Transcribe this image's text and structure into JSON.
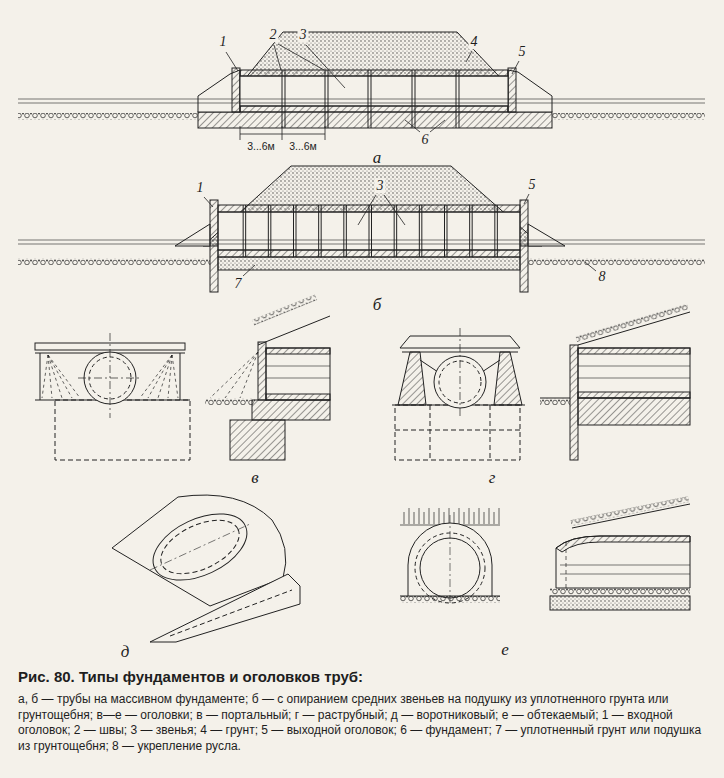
{
  "diagram": {
    "caption": "Рис. 80. Типы фундаментов и оголовков труб:",
    "labels": [
      "1",
      "2",
      "3",
      "4",
      "5",
      "6",
      "3...6м",
      "3...6м",
      "а",
      "1",
      "3",
      "5",
      "7",
      "8",
      "б",
      "в",
      "г",
      "д",
      "е",
      "а, б — трубы на массивном фундаменте; б — с опиранием средних звеньев на подушку из уплотненного грунта или грунтощебня; в—е — оголовки; в — портальный; г — раструбный; д — воротниковый; е — обтекаемый; 1 — входной оголовок; 2 — швы; 3 — звенья; 4 — грунт; 5 — выходной оголовок; 6 — фундамент; 7 — уплотненный грунт или подушка из грунтощебня; 8 — укрепление русла."
    ]
  }
}
